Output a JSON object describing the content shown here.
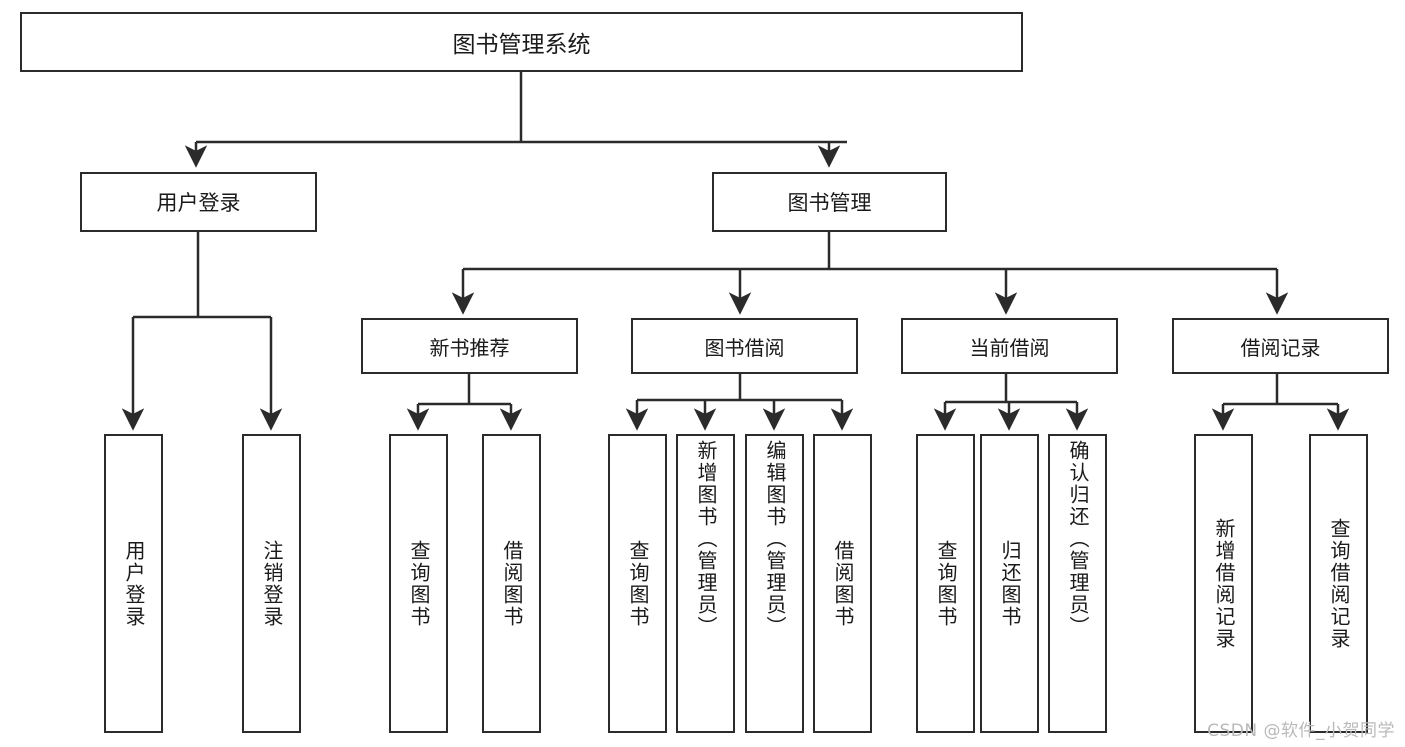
{
  "diagram": {
    "title": "图书管理系统",
    "type": "hierarchy-tree",
    "watermark": "CSDN @软件_小贺同学",
    "colors": {
      "stroke": "#2b2b2b",
      "fill": "#ffffff",
      "text": "#1a1a1a",
      "watermark": "#b9b9b9"
    },
    "nodes": {
      "root": {
        "label": "图书管理系统"
      },
      "level1": [
        {
          "label": "用户登录"
        },
        {
          "label": "图书管理"
        }
      ],
      "level2": [
        {
          "label": "新书推荐"
        },
        {
          "label": "图书借阅"
        },
        {
          "label": "当前借阅"
        },
        {
          "label": "借阅记录"
        }
      ],
      "leaves_user_login": [
        {
          "label": "用户登录"
        },
        {
          "label": "注销登录"
        }
      ],
      "leaves_new_book": [
        {
          "label": "查询图书"
        },
        {
          "label": "借阅图书"
        }
      ],
      "leaves_borrow": [
        {
          "label": "查询图书"
        },
        {
          "label": "新增图书（管理员）"
        },
        {
          "label": "编辑图书（管理员）"
        },
        {
          "label": "借阅图书"
        }
      ],
      "leaves_current": [
        {
          "label": "查询图书"
        },
        {
          "label": "归还图书"
        },
        {
          "label": "确认归还（管理员）"
        }
      ],
      "leaves_record": [
        {
          "label": "新增借阅记录"
        },
        {
          "label": "查询借阅记录"
        }
      ]
    }
  }
}
